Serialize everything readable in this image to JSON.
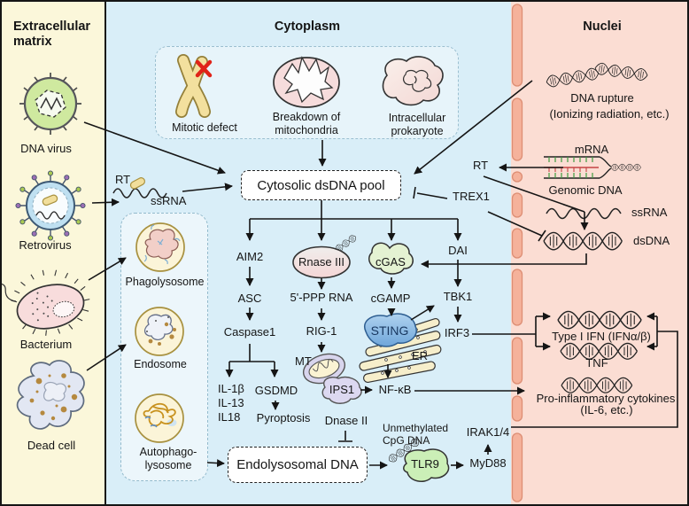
{
  "colors": {
    "extracellular_bg": "#FBF7DA",
    "cytoplasm_bg": "#D9EEF8",
    "nuclei_bg": "#FBDDD3",
    "membrane_fill": "#F5B29B",
    "membrane_stroke": "#DD8E74",
    "arrow": "#151515",
    "cgas_fill": "#E4F2D2",
    "sting_fill": "#7FB3E2",
    "tlr9_fill": "#CBEFB7",
    "er_fill": "#F6EECB"
  },
  "extracellular": {
    "title_line1": "Extracellular",
    "title_line2": "matrix",
    "dna_virus": "DNA virus",
    "retrovirus": "Retrovirus",
    "bacterium": "Bacterium",
    "dead_cell": "Dead cell"
  },
  "cytoplasm": {
    "title": "Cytoplasm",
    "sources": {
      "mitotic_defect": "Mitotic defect",
      "breakdown_line1": "Breakdown of",
      "breakdown_line2": "mitochondria",
      "prokaryote_line1": "Intracellular",
      "prokaryote_line2": "prokaryote"
    },
    "rt": "RT",
    "ssrna": "ssRNA",
    "pool": "Cytosolic dsDNA pool",
    "trex1": "TREX1",
    "rt_reverse": "RT",
    "aim2": "AIM2",
    "asc": "ASC",
    "caspase1": "Caspase1",
    "il1b": "IL-1β",
    "il13": "IL-13",
    "il18": "IL18",
    "gsdmd": "GSDMD",
    "pyroptosis": "Pyroptosis",
    "rnase3": "Rnase III",
    "ppp_rna": "5'-PPP RNA",
    "rig1": "RIG-1",
    "mt": "MT",
    "ips1": "IPS1",
    "nfkb": "NF-κB",
    "cgas": "cGAS",
    "cgamp": "cGAMP",
    "sting": "STING",
    "er": "ER",
    "dai": "DAI",
    "tbk1": "TBK1",
    "irf3": "IRF3",
    "phagolysosome": "Phagolysosome",
    "endosome": "Endosome",
    "autophago_line1": "Autophago-",
    "autophago_line2": "lysosome",
    "dnase2": "Dnase II",
    "endolysosomal": "Endolysosomal DNA",
    "unmethylated_line1": "Unmethylated",
    "unmethylated_line2": "CpG DNA",
    "tlr9": "TLR9",
    "myd88": "MyD88",
    "irak14": "IRAK1/4"
  },
  "nuclei": {
    "title": "Nuclei",
    "dna_rupture": "DNA rupture",
    "dna_rupture_note": "(Ionizing radiation, etc.)",
    "mrna": "mRNA",
    "genomic_dna": "Genomic DNA",
    "ssrna": "ssRNA",
    "dsdna": "dsDNA",
    "type1_ifn": "Type I IFN (IFNα/β)",
    "tnf": "TNF",
    "cytokines_line1": "Pro-inflammatory cytokines",
    "cytokines_line2": "(IL-6, etc.)"
  }
}
